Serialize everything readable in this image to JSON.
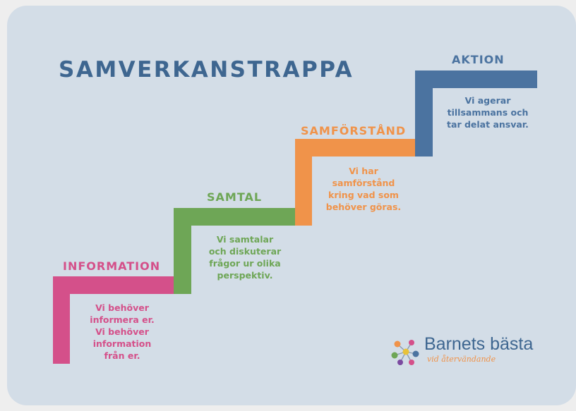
{
  "title": "SAMVERKANSTRAPPA",
  "steps": [
    {
      "title": "INFORMATION",
      "lines": [
        "Vi behöver\ninformera er.",
        "Vi behöver\ninformation\nfrån er."
      ],
      "color": "#d4508a"
    },
    {
      "title": "SAMTAL",
      "lines": [
        "Vi samtalar\noch diskuterar\nfrågor ur olika\nperspektiv."
      ],
      "color": "#6ea656"
    },
    {
      "title": "SAMFÖRSTÅND",
      "lines": [
        "Vi har\nsamförstånd\nkring vad som\nbehöver göras."
      ],
      "color": "#f0934a"
    },
    {
      "title": "AKTION",
      "lines": [
        "Vi agerar\ntillsammans och\ntar delat ansvar."
      ],
      "color": "#4b73a0"
    }
  ],
  "logo": {
    "name": "Barnets bästa",
    "tagline": "vid återvändande",
    "dot_colors": [
      "#f0934a",
      "#d4508a",
      "#6ea656",
      "#4b73a0",
      "#e8c23a",
      "#7b4aa0"
    ]
  }
}
